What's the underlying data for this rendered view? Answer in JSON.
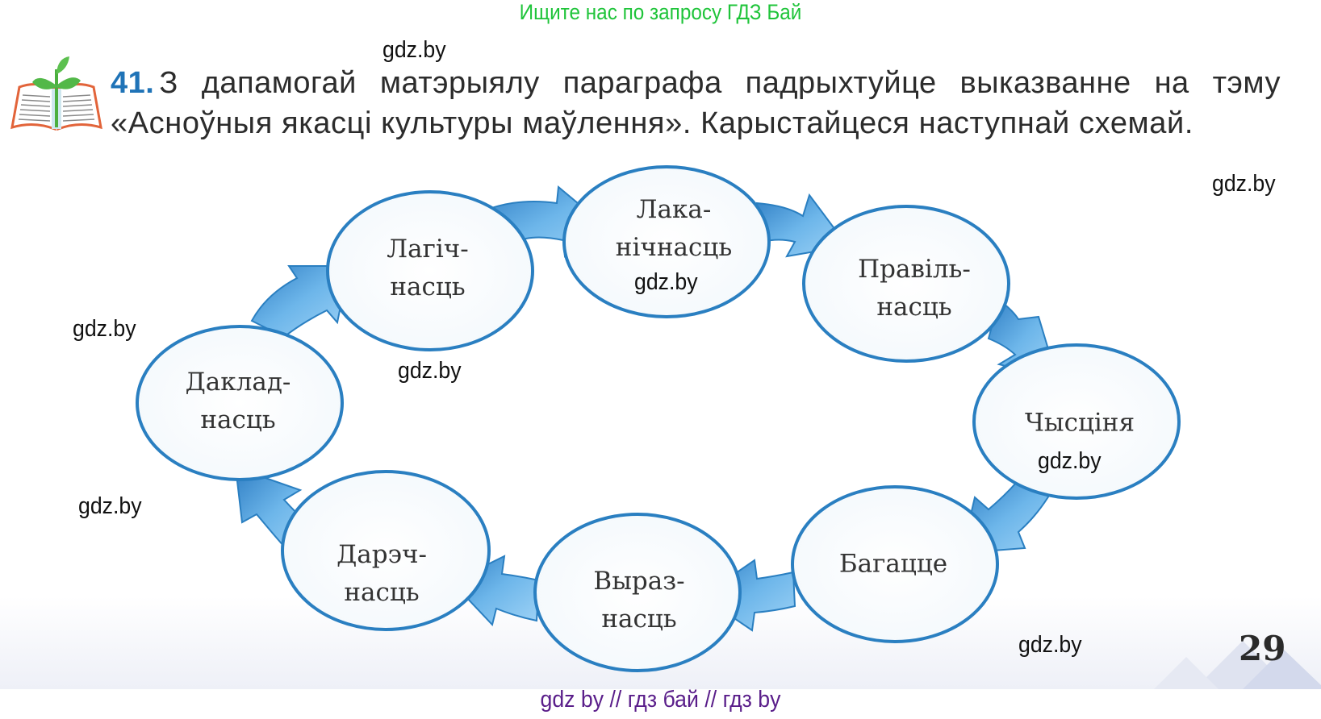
{
  "banner": {
    "text": "Ищите нас по запросу ГДЗ Бай",
    "color": "#1fc43a"
  },
  "task": {
    "number": "41.",
    "line1": "З дапамогай матэрыялу параграфа падрыхтуйце выказванне на тэму",
    "line2": "«Асноўныя якасці культуры маўлення». Карыстайцеся наступнай схемай.",
    "number_color": "#1f73b7"
  },
  "icons": {
    "task_icon": "book-with-sprout-icon"
  },
  "diagram": {
    "type": "cycle",
    "node_stroke_color": "#2a7fc1",
    "arrow_color": "#5eaee6",
    "nodes": [
      {
        "id": "lahichnasts",
        "lines": [
          "Лагіч-",
          "насць"
        ]
      },
      {
        "id": "lakanichnasts",
        "lines": [
          "Лака-",
          "нічнасць"
        ]
      },
      {
        "id": "pravilnasts",
        "lines": [
          "Правіль-",
          "насць"
        ]
      },
      {
        "id": "chystsinia",
        "lines": [
          "Чысціня"
        ]
      },
      {
        "id": "bahatstse",
        "lines": [
          "Багацце"
        ]
      },
      {
        "id": "vyraznasts",
        "lines": [
          "Выраз-",
          "насць"
        ]
      },
      {
        "id": "darechnasts",
        "lines": [
          "Дарэч-",
          "насць"
        ]
      },
      {
        "id": "dakladnasts",
        "lines": [
          "Даклад-",
          "насць"
        ]
      }
    ]
  },
  "watermarks": {
    "wm1": "gdz.by",
    "wm2": "gdz.by",
    "wm3": "gdz.by",
    "wm4": "gdz.by",
    "wm5": "gdz.by",
    "wm6": "gdz.by",
    "wm7": "gdz.by",
    "wm8": "gdz.by"
  },
  "page_number": "29",
  "footer": {
    "text": "gdz by  //  гдз бай  //  гдз by",
    "color": "#5a1e8a"
  }
}
